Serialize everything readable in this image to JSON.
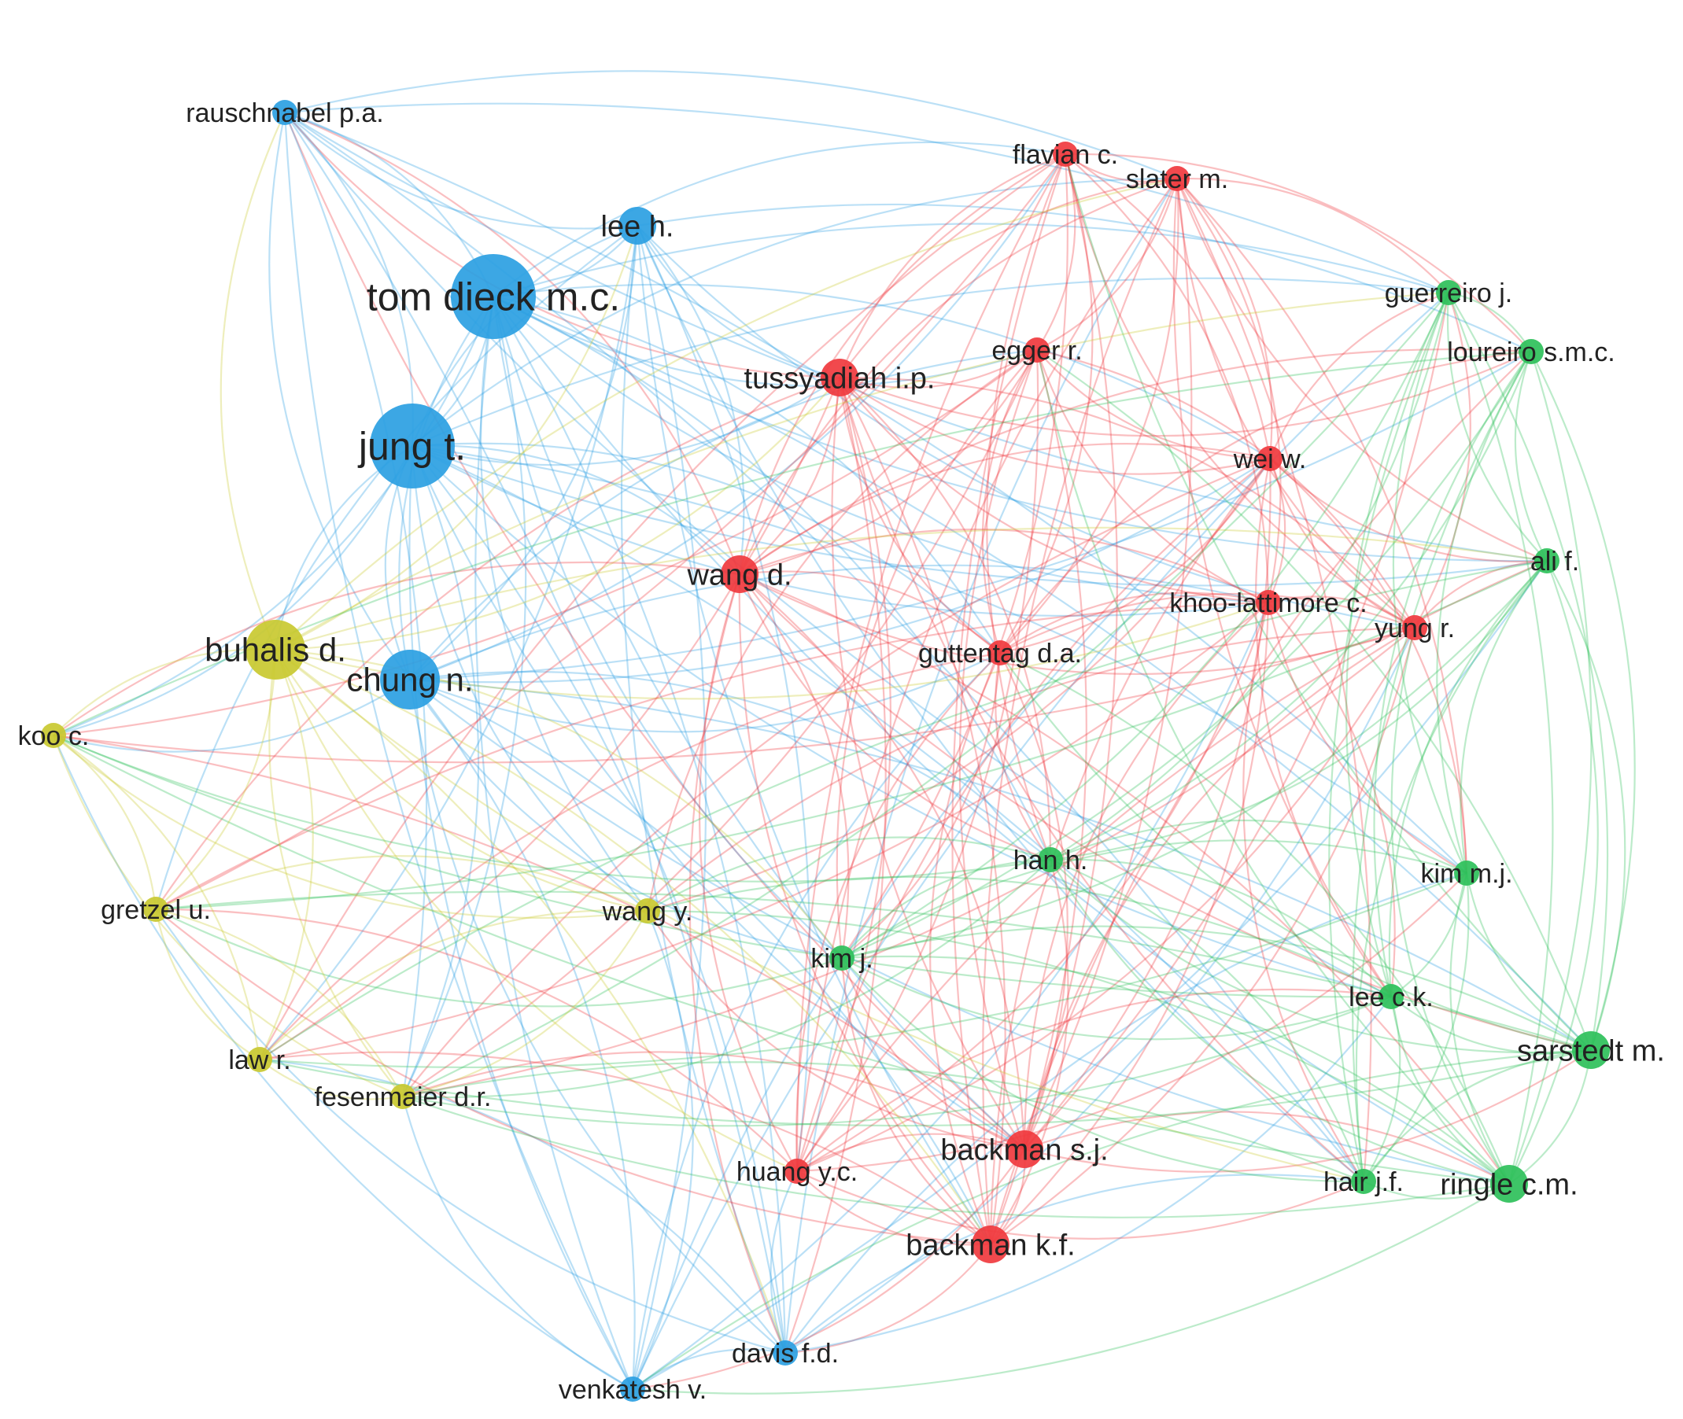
{
  "colors": {
    "blue": "#2b9fe2",
    "red": "#f0393e",
    "green": "#2ec05a",
    "yellow": "#c9c930",
    "label_default": "#222222",
    "label_faded": "#8a8a8a"
  },
  "nodes": [
    {
      "id": "rauschnabel",
      "label": "rauschnabel p.a.",
      "cluster": "blue",
      "weight": 1
    },
    {
      "id": "tomdieck",
      "label": "tom dieck m.c.",
      "cluster": "blue",
      "weight": 5
    },
    {
      "id": "leeh",
      "label": "lee h.",
      "cluster": "blue",
      "weight": 2
    },
    {
      "id": "jungt",
      "label": "jung t.",
      "cluster": "blue",
      "weight": 5
    },
    {
      "id": "chungn",
      "label": "chung n.",
      "cluster": "blue",
      "weight": 3
    },
    {
      "id": "davis",
      "label": "davis f.d.",
      "cluster": "blue",
      "weight": 1
    },
    {
      "id": "venkatesh",
      "label": "venkatesh v.",
      "cluster": "blue",
      "weight": 1
    },
    {
      "id": "flavian",
      "label": "flavian c.",
      "cluster": "red",
      "weight": 1
    },
    {
      "id": "slater",
      "label": "slater m.",
      "cluster": "red",
      "weight": 1,
      "faded": true
    },
    {
      "id": "egger",
      "label": "egger r.",
      "cluster": "red",
      "weight": 1
    },
    {
      "id": "tussyadiah",
      "label": "tussyadiah i.p.",
      "cluster": "red",
      "weight": 2
    },
    {
      "id": "weiw",
      "label": "wei w.",
      "cluster": "red",
      "weight": 1
    },
    {
      "id": "wangd",
      "label": "wang d.",
      "cluster": "red",
      "weight": 2
    },
    {
      "id": "khoo",
      "label": "khoo-lattimore c.",
      "cluster": "red",
      "weight": 1
    },
    {
      "id": "yungr",
      "label": "yung r.",
      "cluster": "red",
      "weight": 1,
      "faded": true
    },
    {
      "id": "guttentag",
      "label": "guttentag d.a.",
      "cluster": "red",
      "weight": 1
    },
    {
      "id": "huang",
      "label": "huang y.c.",
      "cluster": "red",
      "weight": 1
    },
    {
      "id": "backmansj",
      "label": "backman s.j.",
      "cluster": "red",
      "weight": 2
    },
    {
      "id": "backmankf",
      "label": "backman k.f.",
      "cluster": "red",
      "weight": 2
    },
    {
      "id": "guerreiro",
      "label": "guerreiro j.",
      "cluster": "green",
      "weight": 1
    },
    {
      "id": "loureiro",
      "label": "loureiro s.m.c.",
      "cluster": "green",
      "weight": 1
    },
    {
      "id": "alif",
      "label": "ali f.",
      "cluster": "green",
      "weight": 1
    },
    {
      "id": "hanh",
      "label": "han h.",
      "cluster": "green",
      "weight": 1
    },
    {
      "id": "kimmj",
      "label": "kim m.j.",
      "cluster": "green",
      "weight": 1
    },
    {
      "id": "kimj",
      "label": "kim j.",
      "cluster": "green",
      "weight": 1
    },
    {
      "id": "leeck",
      "label": "lee c.k.",
      "cluster": "green",
      "weight": 1
    },
    {
      "id": "sarstedt",
      "label": "sarstedt m.",
      "cluster": "green",
      "weight": 2
    },
    {
      "id": "hair",
      "label": "hair j.f.",
      "cluster": "green",
      "weight": 1
    },
    {
      "id": "ringle",
      "label": "ringle c.m.",
      "cluster": "green",
      "weight": 2
    },
    {
      "id": "buhalis",
      "label": "buhalis d.",
      "cluster": "yellow",
      "weight": 3,
      "faded": true
    },
    {
      "id": "kooc",
      "label": "koo c.",
      "cluster": "yellow",
      "weight": 1
    },
    {
      "id": "gretzel",
      "label": "gretzel u.",
      "cluster": "yellow",
      "weight": 1
    },
    {
      "id": "wangy",
      "label": "wang y.",
      "cluster": "yellow",
      "weight": 1
    },
    {
      "id": "lawr",
      "label": "law r.",
      "cluster": "yellow",
      "weight": 1
    },
    {
      "id": "fesenmaier",
      "label": "fesenmaier d.r.",
      "cluster": "yellow",
      "weight": 1
    }
  ]
}
